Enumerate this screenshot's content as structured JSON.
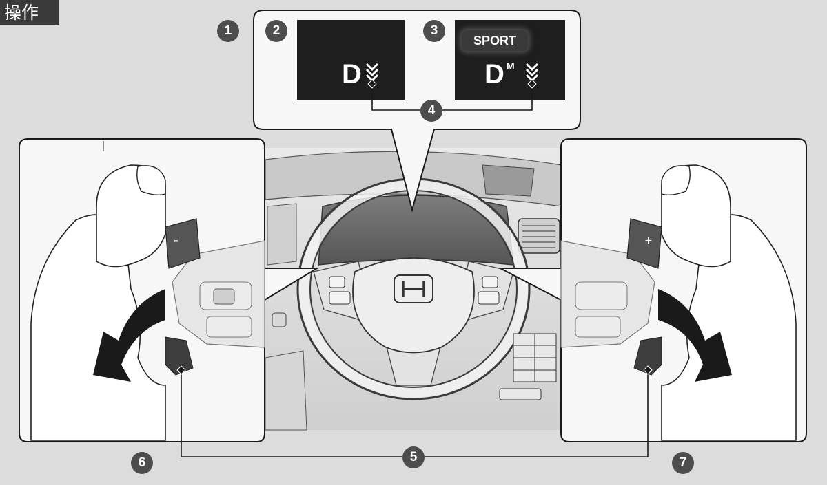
{
  "section_tab": "操作",
  "display_1": {
    "gear": "D"
  },
  "display_2": {
    "mode": "SPORT",
    "gear": "D",
    "gear_sub": "M"
  },
  "paddles": {
    "left": "-",
    "right": "+"
  },
  "callouts": [
    "1",
    "2",
    "3",
    "4",
    "5",
    "6",
    "7"
  ],
  "colors": {
    "background": "#dcdcdc",
    "panel": "#f7f7f7",
    "screen": "#1e1e1e",
    "badge": "#4d4d4d",
    "arrow": "#1a1a1a"
  }
}
